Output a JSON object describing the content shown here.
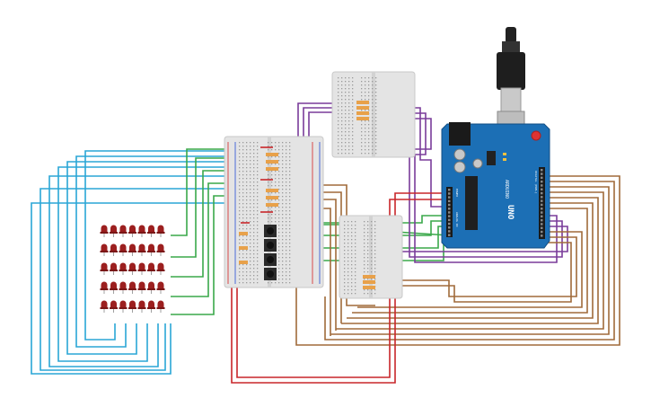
{
  "board": {
    "brand_text": "ARDUINO",
    "model_text": "UNO",
    "digital_header_text": "DIGITAL (PWM~)",
    "analog_header_text": "ANALOG IN",
    "power_header_text": "POWER"
  },
  "led_matrix": {
    "rows": 5,
    "cols": 7
  },
  "colors": {
    "led": "#9c1f1f",
    "wire_blue": "#2aa6d6",
    "wire_green": "#3aa84a",
    "wire_purple": "#7a3c9a",
    "wire_brown": "#a06a3a",
    "wire_red": "#c8262a",
    "board_blue": "#1c6fb5",
    "breadboard": "#e4e4e4"
  }
}
